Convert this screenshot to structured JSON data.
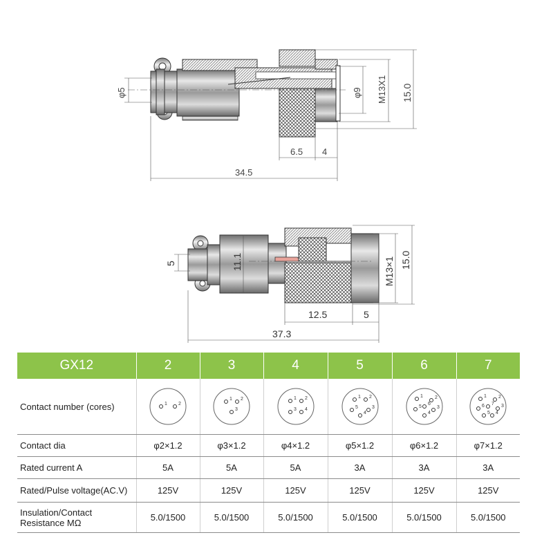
{
  "top_drawing": {
    "dim_phi5": "φ5",
    "dim_phi9": "φ9",
    "dim_thread": "M13X1",
    "dim_height": "15.0",
    "dim_6_5": "6.5",
    "dim_4": "4",
    "dim_34_5": "34.5"
  },
  "bottom_drawing": {
    "dim_5": "5",
    "dim_11_1": "11.1",
    "dim_thread": "M13×1",
    "dim_height": "15.0",
    "dim_12_5": "12.5",
    "dim_5b": "5",
    "dim_37_3": "37.3"
  },
  "table": {
    "header": {
      "model": "GX12",
      "cols": [
        "2",
        "3",
        "4",
        "5",
        "6",
        "7"
      ]
    },
    "rows": {
      "contact_number": "Contact number (cores)",
      "contact_dia": {
        "label": "Contact dia",
        "values": [
          "φ2×1.2",
          "φ3×1.2",
          "φ4×1.2",
          "φ5×1.2",
          "φ6×1.2",
          "φ7×1.2"
        ]
      },
      "rated_current": {
        "label": "Rated current A",
        "values": [
          "5A",
          "5A",
          "5A",
          "3A",
          "3A",
          "3A"
        ]
      },
      "rated_voltage": {
        "label": "Rated/Pulse voltage(AC.V)",
        "values": [
          "125V",
          "125V",
          "125V",
          "125V",
          "125V",
          "125V"
        ]
      },
      "insulation": {
        "label_line1": "Insulation/Contact",
        "label_line2": "Resistance MΩ",
        "values": [
          "5.0/1500",
          "5.0/1500",
          "5.0/1500",
          "5.0/1500",
          "5.0/1500",
          "5.0/1500"
        ]
      }
    },
    "pin_labels": [
      [
        "1",
        "2"
      ],
      [
        "1",
        "2",
        "3"
      ],
      [
        "1",
        "2",
        "3",
        "4"
      ],
      [
        "1",
        "2",
        "3",
        "4",
        "5"
      ],
      [
        "1",
        "2",
        "3",
        "4",
        "5",
        "6"
      ],
      [
        "1",
        "2",
        "3",
        "4",
        "5",
        "6",
        "7"
      ]
    ]
  }
}
